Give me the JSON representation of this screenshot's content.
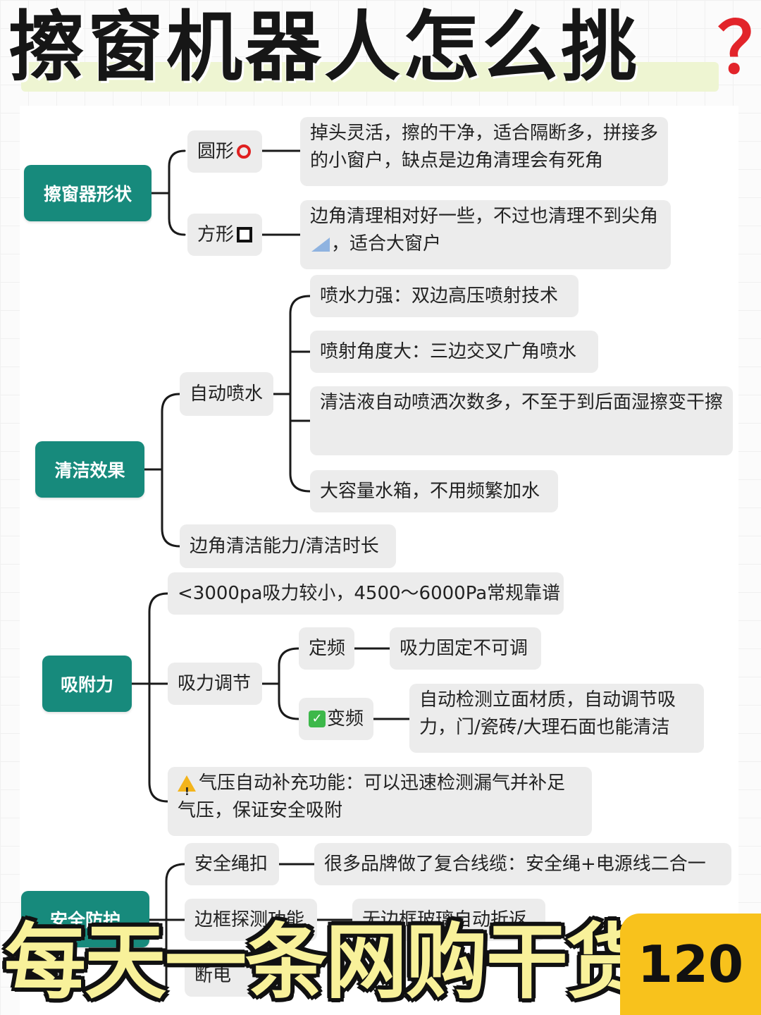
{
  "header": {
    "title": "擦窗机器人怎么挑",
    "qmark": "？"
  },
  "sections": {
    "shape": {
      "label": "擦窗器形状",
      "round": {
        "label": "圆形",
        "icon": "red-circle-icon",
        "desc": "掉头灵活，擦的干净，适合隔断多，拼接多的小窗户，缺点是边角清理会有死角"
      },
      "square": {
        "label": "方形",
        "icon": "black-square-icon",
        "desc_a": "边角清理相对好一些，不过也清理不到尖角",
        "desc_icon": "triangle-ruler-icon",
        "desc_b": "，适合大窗户"
      }
    },
    "clean": {
      "label": "清洁效果",
      "spray": {
        "label": "自动喷水",
        "items": [
          "喷水力强：双边高压喷射技术",
          "喷射角度大：三边交叉广角喷水",
          "清洁液自动喷洒次数多，不至于到后面湿擦变干擦",
          "大容量水箱，不用频繁加水"
        ]
      },
      "corner": "边角清洁能力/清洁时长"
    },
    "suction": {
      "label": "吸附力",
      "range": "<3000pa吸力较小，4500～6000Pa常规靠谱",
      "adjust": {
        "label": "吸力调节",
        "fixed": {
          "label": "定频",
          "desc": "吸力固定不可调"
        },
        "variable": {
          "label": "变频",
          "icon": "check-mark-icon",
          "desc": "自动检测立面材质，自动调节吸力，门/瓷砖/大理石面也能清洁"
        }
      },
      "pressure": {
        "icon": "warning-icon",
        "text": "气压自动补充功能：可以迅速检测漏气并补足气压，保证安全吸附"
      }
    },
    "safety": {
      "label": "安全防护",
      "rope": {
        "label": "安全绳扣",
        "desc": "很多品牌做了复合线缆：安全绳+电源线二合一"
      },
      "frame": {
        "label": "边框探测功能",
        "desc": "无边框玻璃自动折返"
      },
      "power": {
        "label": "断电"
      }
    }
  },
  "footer": {
    "banner": "每天一条网购干货",
    "number": "120"
  },
  "colors": {
    "category": "#178a7c",
    "node": "#ececec",
    "banner_text": "#f8f19a",
    "badge": "#f8c21c",
    "accent_red": "#e2242a"
  }
}
